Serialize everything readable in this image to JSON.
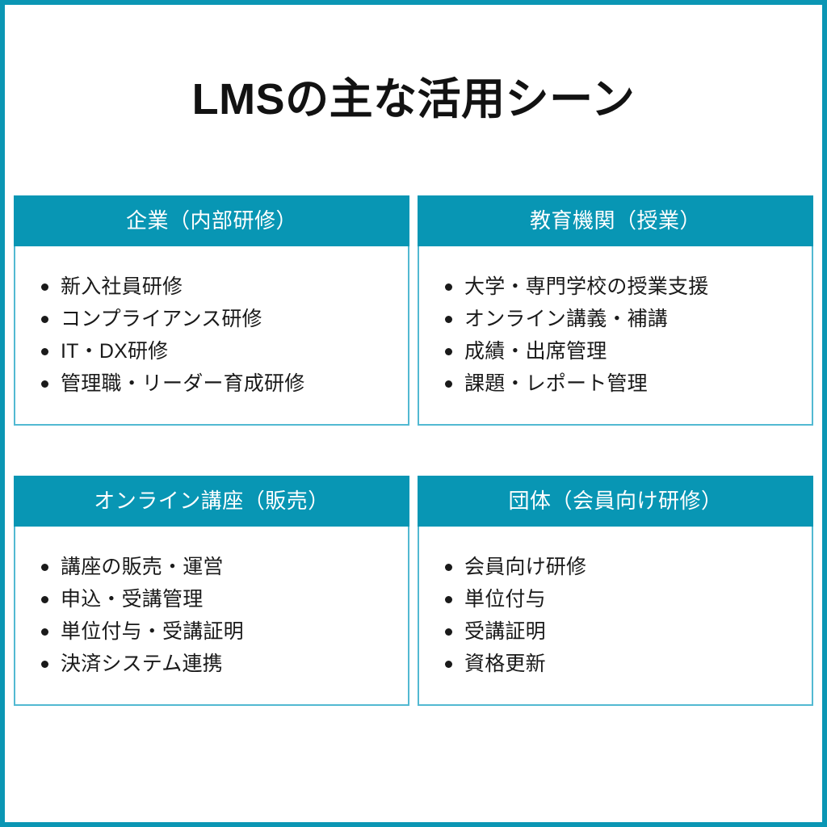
{
  "frame": {
    "border_color": "#0b96b4",
    "background": "#ffffff"
  },
  "title": "LMSの主な活用シーン",
  "theme": {
    "header_bg": "#0896b4",
    "header_text": "#ffffff",
    "card_border": "#52b9d2",
    "body_text": "#1a1a1a"
  },
  "cards": [
    {
      "header": "企業（内部研修）",
      "items": [
        "新入社員研修",
        "コンプライアンス研修",
        "IT・DX研修",
        "管理職・リーダー育成研修"
      ]
    },
    {
      "header": "教育機関（授業）",
      "items": [
        "大学・専門学校の授業支援",
        "オンライン講義・補講",
        "成績・出席管理",
        "課題・レポート管理"
      ]
    },
    {
      "header": "オンライン講座（販売）",
      "items": [
        "講座の販売・運営",
        "申込・受講管理",
        "単位付与・受講証明",
        "決済システム連携"
      ]
    },
    {
      "header": "団体（会員向け研修）",
      "items": [
        "会員向け研修",
        "単位付与",
        "受講証明",
        "資格更新"
      ]
    }
  ]
}
